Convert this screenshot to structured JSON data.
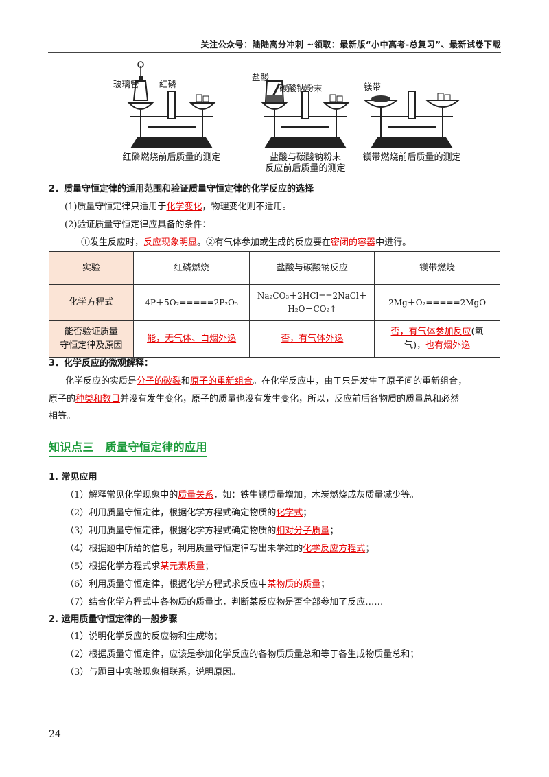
{
  "header": {
    "text": "关注公众号：陆陆高分冲刺  ~领取：最新版“小中高考-总复习”、最新试卷下载"
  },
  "figures": [
    {
      "label_a": "玻璃管",
      "label_b": "红磷",
      "caption": [
        "红磷燃烧前后质量的测定"
      ]
    },
    {
      "label_a": "盐酸",
      "label_b": "碳酸钠粉末",
      "caption": [
        "盐酸与碳酸钠粉末",
        "反应前后质量的测定"
      ]
    },
    {
      "label_a": "镁带",
      "label_b": "",
      "caption": [
        "镁带燃烧前后质量的测定"
      ]
    }
  ],
  "s2": {
    "title": "2．质量守恒定律的适用范围和验证质量守恒定律的化学反应的选择",
    "p1_a": "(1)质量守恒定律只适用于",
    "p1_red": "化学变化",
    "p1_b": "，物理变化则不适用。",
    "p2": "(2)验证质量守恒定律应具备的条件：",
    "p3_a": "①发生反应时，",
    "p3_red1": "反应现象明显",
    "p3_b": "。②有气体参加或生成的反应要在",
    "p3_red2": "密闭的容器",
    "p3_c": "中进行。"
  },
  "table": {
    "headers": [
      "实验",
      "红磷燃烧",
      "盐酸与碳酸钠反应",
      "镁带燃烧"
    ],
    "row1_label": "化学方程式",
    "eq1": "4P＋5O₂=====2P₂O₅",
    "eq2_line1": "Na₂CO₃＋2HCl==2NaCl＋",
    "eq2_line2": "H₂O＋CO₂↑",
    "eq3": "2Mg＋O₂=====2MgO",
    "row2_label_1": "能否验证质量",
    "row2_label_2": "守恒定律及原因",
    "ans1": "能，无气体、白烟外逸",
    "ans2": "否，有气体外逸",
    "ans3_red1": "否，有气体参加反应",
    "ans3_a": "(氧",
    "ans3_b": "气)，",
    "ans3_red2": "也有烟外逸"
  },
  "s3": {
    "title": "3．化学反应的微观解释：",
    "l1_a": "化学反应的实质是",
    "l1_red1": "分子的破裂",
    "l1_b": "和",
    "l1_red2": "原子的重新组合",
    "l1_c": "。在化学反应中，由于只是发生了原子间的重新组合，",
    "l2_a": "原子的",
    "l2_red": "种类和数目",
    "l2_b": "并没有发生变化，原子的质量也没有发生变化，所以，反应前后各物质的质量总和必然",
    "l3": "相等。"
  },
  "section3": {
    "title": "知识点三　质量守恒定律的应用"
  },
  "app": {
    "title": "1. 常见应用",
    "items": [
      {
        "pre": "（1）解释常见化学现象中的",
        "red": "质量关系",
        "post": "，如：铁生锈质量增加，木炭燃烧成灰质量减少等。"
      },
      {
        "pre": "（2）利用质量守恒定律，根据化学方程式确定物质的",
        "red": "化学式",
        "post": "；"
      },
      {
        "pre": "（3）利用质量守恒定律，根据化学方程式确定物质的",
        "red": "相对分子质量",
        "post": "；"
      },
      {
        "pre": "（4）根据题中所给的信息，利用质量守恒定律写出未学过的",
        "red": "化学反应方程式",
        "post": "；"
      },
      {
        "pre": "（5）根据化学方程式求",
        "red": "某元素质量",
        "post": "；"
      },
      {
        "pre": "（6）利用质量守恒定律，根据化学方程式求反应中",
        "red": "某物质的质量",
        "post": "；"
      },
      {
        "pre": "（7）结合化学方程式中各物质的质量比，判断某反应物是否全部参加了反应……",
        "red": "",
        "post": ""
      }
    ]
  },
  "steps": {
    "title": "2. 运用质量守恒定律的一般步骤",
    "items": [
      "（1）说明化学反应的反应物和生成物；",
      "（2）根据质量守恒定律，应该是参加化学反应的各物质质量总和等于各生成物质量总和；",
      "（3）与题目中实验现象相联系，说明原因。"
    ]
  },
  "page_number": "24",
  "colors": {
    "red": "#e60000",
    "green": "#1b9b3a",
    "table_header_bg": "#fbe4d6"
  }
}
